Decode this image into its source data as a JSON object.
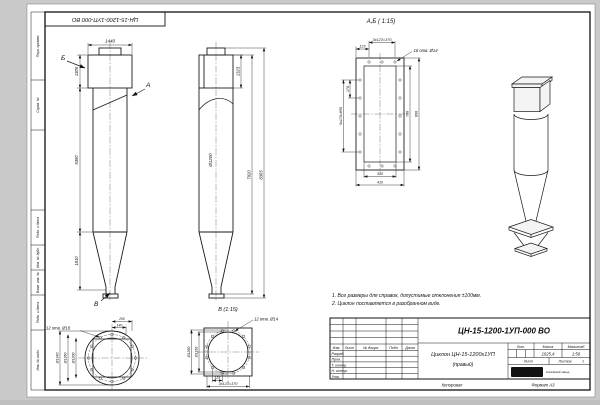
{
  "sheet": {
    "corner_designation": "ЦН-15-1200-1УП-000 ВО",
    "margin_labels": [
      "Перв. примен.",
      "Справ. №",
      "Подп. и дата",
      "Инв. № дубл.",
      "Взам. инв. №",
      "Подп. и дата",
      "Инв. № подл."
    ],
    "footer_copied": "Копировал",
    "footer_format": "Формат А3"
  },
  "notes": {
    "line1": "1. Все размеры для справок, допустимые отклонения ±100мм.",
    "line2": "2. Циклон поставляется в разобранном виде."
  },
  "front_view": {
    "label_a": "А",
    "label_b": "Б",
    "label_v": "В",
    "dim_1440": "1440",
    "dim_1305": "1305",
    "dim_5350": "5350",
    "dim_1810": "1810"
  },
  "side_view": {
    "dim_1323": "1323",
    "dim_d1200": "Ø1200",
    "dim_7920": "7920",
    "dim_8365": "8365"
  },
  "section_ab": {
    "title": "А,Б ( 1:15)",
    "dim_123": "123",
    "dim_370": "3х123=370",
    "holes": "16 отв. Ø14",
    "dim_170": "170",
    "dim_850": "5х170=850",
    "dim_790": "790",
    "dim_890": "890",
    "dim_310": "310",
    "dim_410": "410"
  },
  "view_v": {
    "title": "В (1:15)",
    "holes": "12 отв. Ø14",
    "dim_d1150": "Ø1150",
    "dim_d1260": "Ø1260",
    "dim_123": "123",
    "dim_370": "3х123=370"
  },
  "flange_round": {
    "holes": "12 отв. Ø18",
    "dim_200": "200",
    "dim_140": "140",
    "dim_d1200": "Ø1200",
    "dim_d1260": "Ø1260",
    "dim_d1340": "Ø1340"
  },
  "title_block": {
    "designation": "ЦН-15-1200-1УП-000 ВО",
    "name_line1": "Циклон ЦН-15-1200х1УП",
    "name_line2": "(правый)",
    "col_izm": "Изм.",
    "col_list": "Лист",
    "col_doc": "№ докум.",
    "col_podp": "Подп.",
    "col_data": "Дата",
    "row_razrab": "Разраб.",
    "row_prov": "Пров.",
    "row_tkontr": "Т. контр.",
    "row_nkontr": "Н. контр.",
    "row_utv": "Утв.",
    "lit_label": "Лит.",
    "mass_label": "Масса",
    "scale_label": "Масштаб",
    "mass_value": "1025,4",
    "scale_value": "1:50",
    "sheet_label": "Лист",
    "sheets_label": "Листов",
    "sheets_value": "1",
    "logo": "KVZP",
    "logo_sub": "Копейский завод"
  }
}
